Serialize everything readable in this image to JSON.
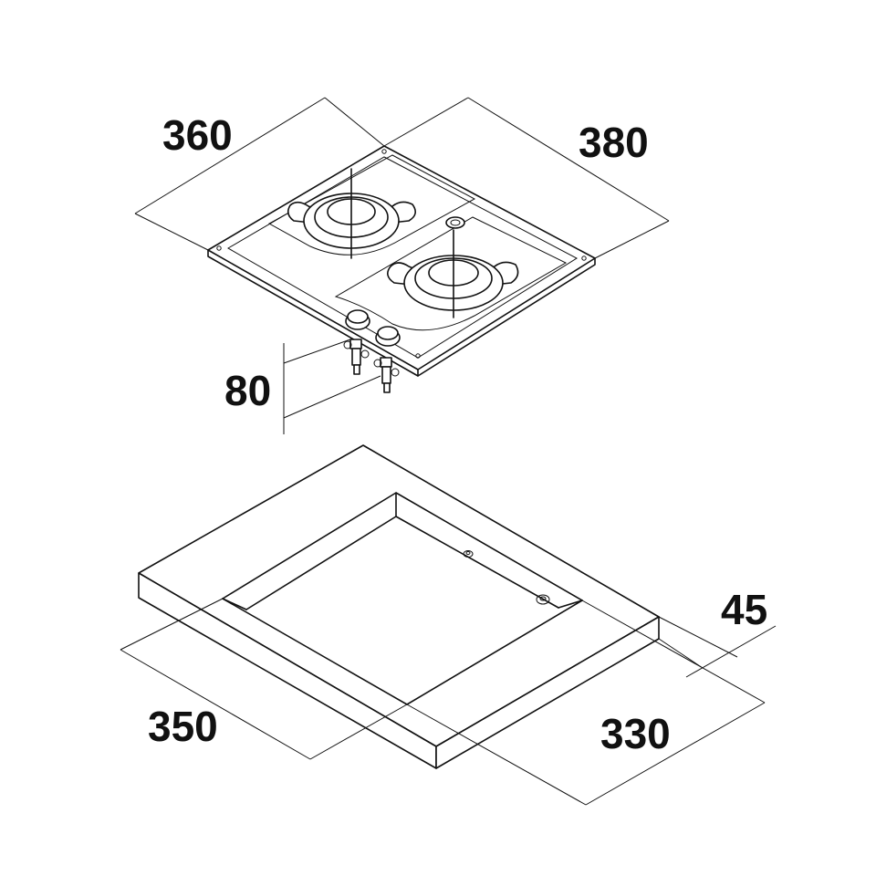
{
  "diagram": {
    "hob_dimensions": {
      "width": "360",
      "depth": "380",
      "height_below": "80"
    },
    "cutout_dimensions": {
      "width": "350",
      "depth": "330",
      "counter_thickness": "45"
    },
    "colors": {
      "line": "#111111",
      "background": "#ffffff"
    }
  }
}
